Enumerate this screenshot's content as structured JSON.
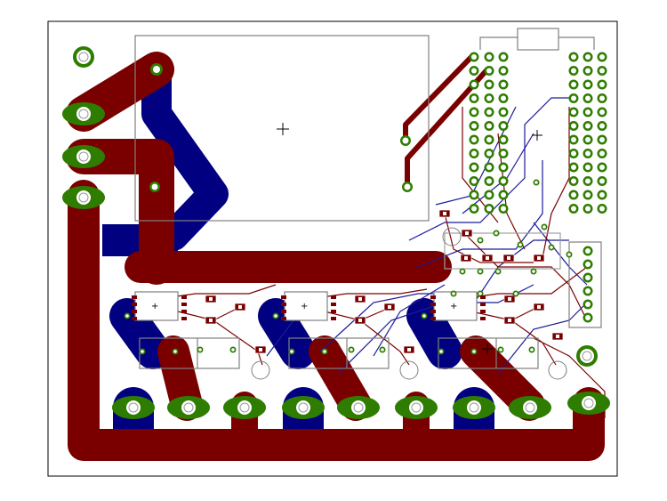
{
  "colors": {
    "background": "#ffffff",
    "outline": "#000000",
    "top_copper": "#7a0000",
    "bottom_copper": "#000080",
    "pad": "#2e7d00",
    "pad_ring": "#ffffff",
    "silkscreen": "#808080",
    "thin_trace_top": "#7a0000",
    "thin_trace_bottom": "#1a1a9a"
  },
  "layers": [
    "top-copper",
    "bottom-copper",
    "pads",
    "silkscreen"
  ],
  "symbols": {
    "origin_mark": "+"
  }
}
